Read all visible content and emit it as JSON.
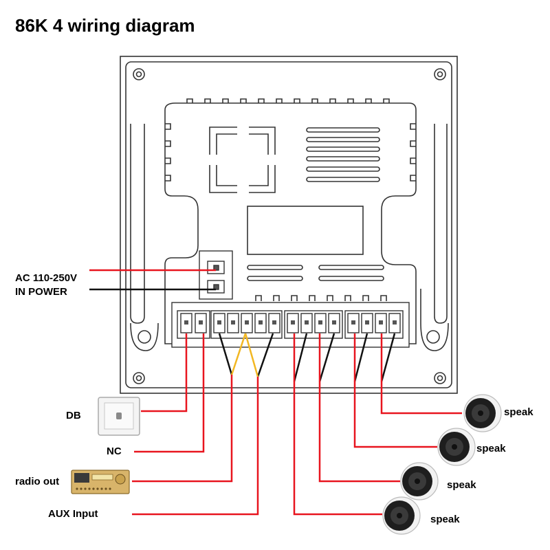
{
  "title": "86K 4 wiring diagram",
  "power_label_line1": "AC 110-250V",
  "power_label_line2": "IN POWER",
  "devices": {
    "db": "DB",
    "nc": "NC",
    "radio": "radio out",
    "aux": "AUX Input"
  },
  "speaker_label": "speak",
  "colors": {
    "wire_red": "#e8141e",
    "wire_black": "#111111",
    "wire_yellow": "#f2b722",
    "outline": "#333333"
  },
  "icons": [
    "doorbell-switch-icon",
    "radio-receiver-icon",
    "ceiling-speaker-icon"
  ]
}
